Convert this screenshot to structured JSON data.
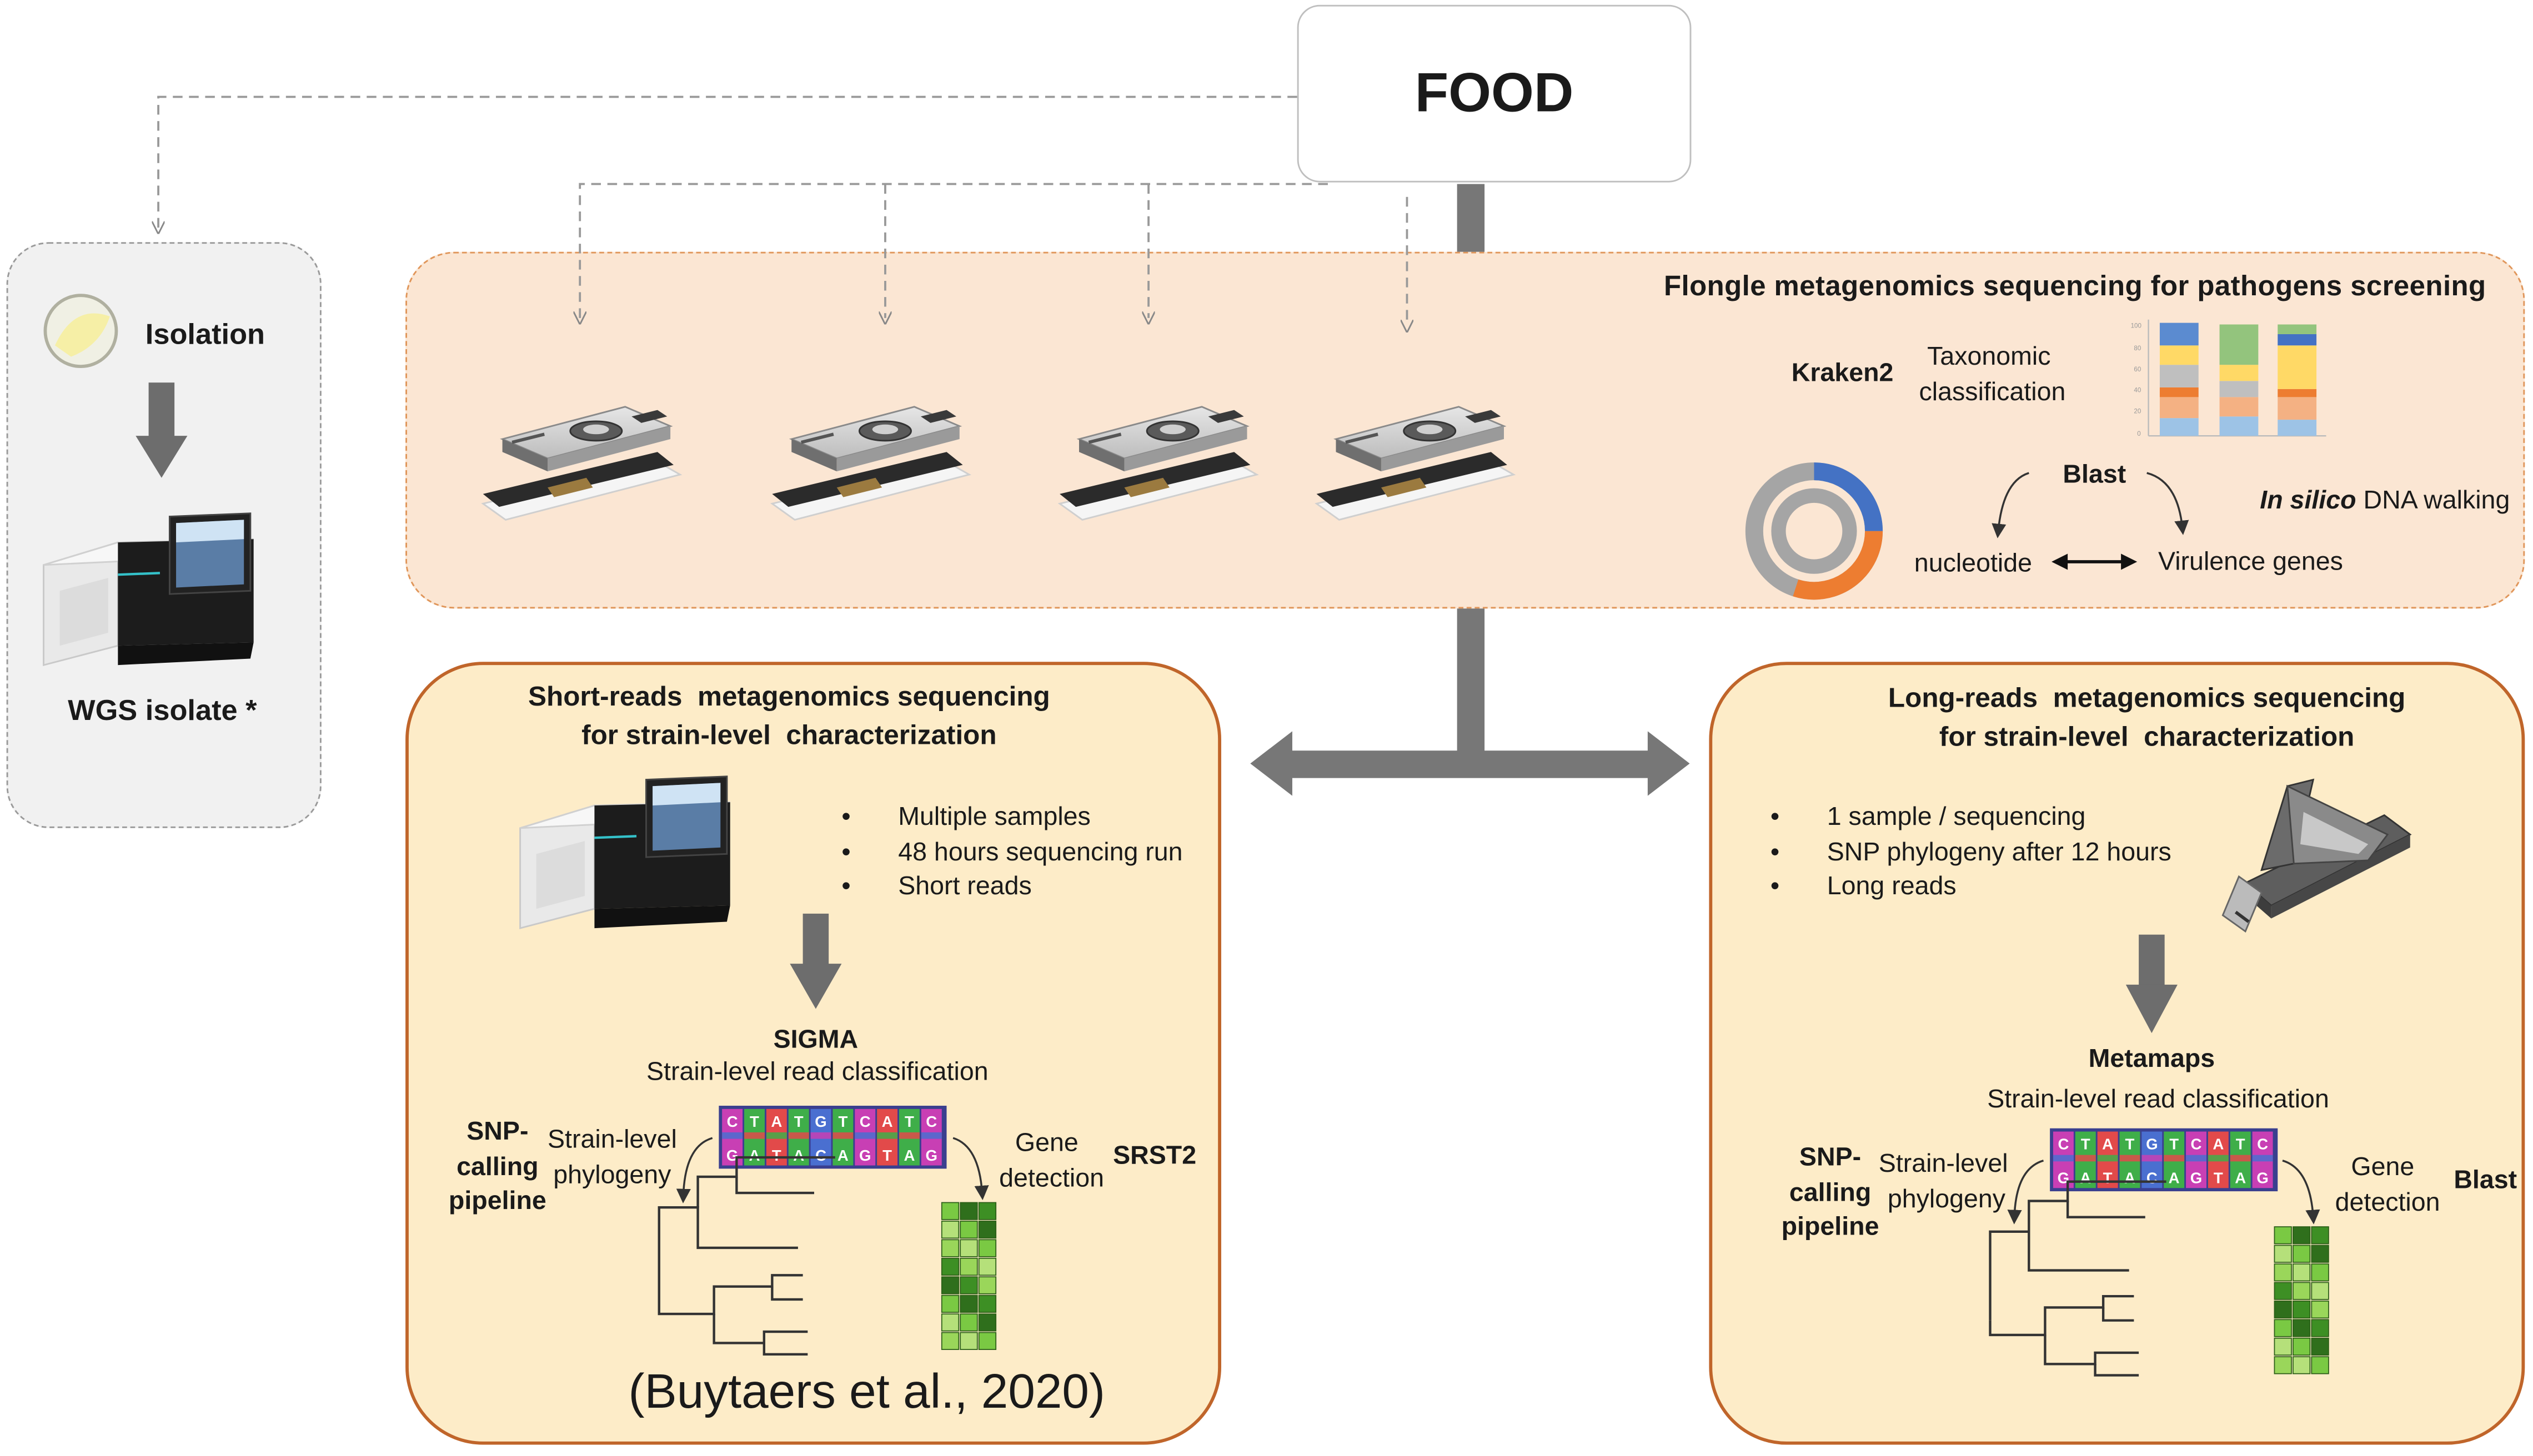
{
  "food": {
    "label": "FOOD"
  },
  "isolation": {
    "label": "Isolation",
    "wgs_label": "WGS isolate *"
  },
  "flongle": {
    "title": "Flongle metagenomics sequencing for pathogens screening",
    "kraken_label": "Kraken2",
    "taxonomic_line1": "Taxonomic",
    "taxonomic_line2": "classification",
    "blast_label": "Blast",
    "dna_walking_italic": "In silico",
    "dna_walking_rest": " DNA walking",
    "nucleotide_label": "nucleotide",
    "virulence_label": "Virulence genes"
  },
  "short_reads": {
    "title_line1": "Short-reads  metagenomics sequencing",
    "title_line2": "for strain-level  characterization",
    "bullets": [
      "Multiple samples",
      "48 hours sequencing run",
      "Short reads"
    ],
    "tool_name": "SIGMA",
    "tool_desc": "Strain-level read classification",
    "snp_line1": "SNP-",
    "snp_line2": "calling",
    "snp_line3": "pipeline",
    "phylo_line1": "Strain-level",
    "phylo_line2": "phylogeny",
    "gene_line1": "Gene",
    "gene_line2": "detection",
    "gene_tool": "SRST2",
    "citation": "(Buytaers et al., 2020)"
  },
  "long_reads": {
    "title_line1": "Long-reads  metagenomics sequencing",
    "title_line2": "for strain-level  characterization",
    "bullets": [
      "1 sample / sequencing",
      "SNP phylogeny after 12 hours",
      "Long reads"
    ],
    "tool_name": "Metamaps",
    "tool_desc": "Strain-level read classification",
    "snp_line1": "SNP-",
    "snp_line2": "calling",
    "snp_line3": "pipeline",
    "phylo_line1": "Strain-level",
    "phylo_line2": "phylogeny",
    "gene_line1": "Gene",
    "gene_line2": "detection",
    "gene_tool": "Blast"
  },
  "dna_strip": {
    "top": "CTATGTCATC",
    "bottom": "GATACAGTAG"
  },
  "colors": {
    "flongle_bg": "#fbe6d3",
    "flongle_border": "#e0965a",
    "method_bg": "#fdecc8",
    "method_border": "#c0652a",
    "isolation_bg": "#f1f1f1",
    "connector": "#777777",
    "donut_blue": "#4472c4",
    "donut_orange": "#ed7d31",
    "donut_gray": "#a5a5a5"
  }
}
